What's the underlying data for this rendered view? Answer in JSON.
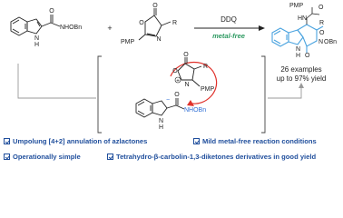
{
  "scheme": {
    "reactant1": {
      "amide_label": "NHOBn",
      "nh_label": "N",
      "nh_h": "H",
      "carbonyl_o": "O"
    },
    "reactant2": {
      "pmp_label": "PMP",
      "ring_o": "O",
      "ring_n": "N",
      "carbonyl_o": "O",
      "substituent": "R"
    },
    "plus": "+",
    "reagent": "DDQ",
    "condition": "metal-free",
    "product": {
      "pmp_label": "PMP",
      "hn_label": "HN",
      "amide_o": "O",
      "r_label": "R",
      "nh_label": "N",
      "nh_h": "H",
      "o1": "O",
      "o2": "O",
      "obn_label": "OBn",
      "n_label": "N"
    },
    "result": {
      "examples": "26 examples",
      "yield": "up to 97% yield"
    },
    "intermediate": {
      "o_top": "O",
      "o_ring": "O",
      "r_label": "R",
      "n_label": "N",
      "pmp_label": "PMP",
      "plus": "+",
      "minus": "−",
      "hn_label": "N",
      "hn_h": "H",
      "carbonyl_o": "O",
      "nhobn": "NHOBn"
    }
  },
  "features": [
    "Umpolung [4+2] annulation of azlactones",
    "Mild metal-free reaction conditions",
    "Operationally simple",
    "Tetrahydro-β-carbolin-1,3-diketones derivatives in good yield"
  ],
  "colors": {
    "accent": "#1f4e9c",
    "product": "#4aa3df",
    "intermediate_red": "#e0312b",
    "intermediate_blue": "#2f6fd6",
    "condition_green": "#2e9a62"
  }
}
